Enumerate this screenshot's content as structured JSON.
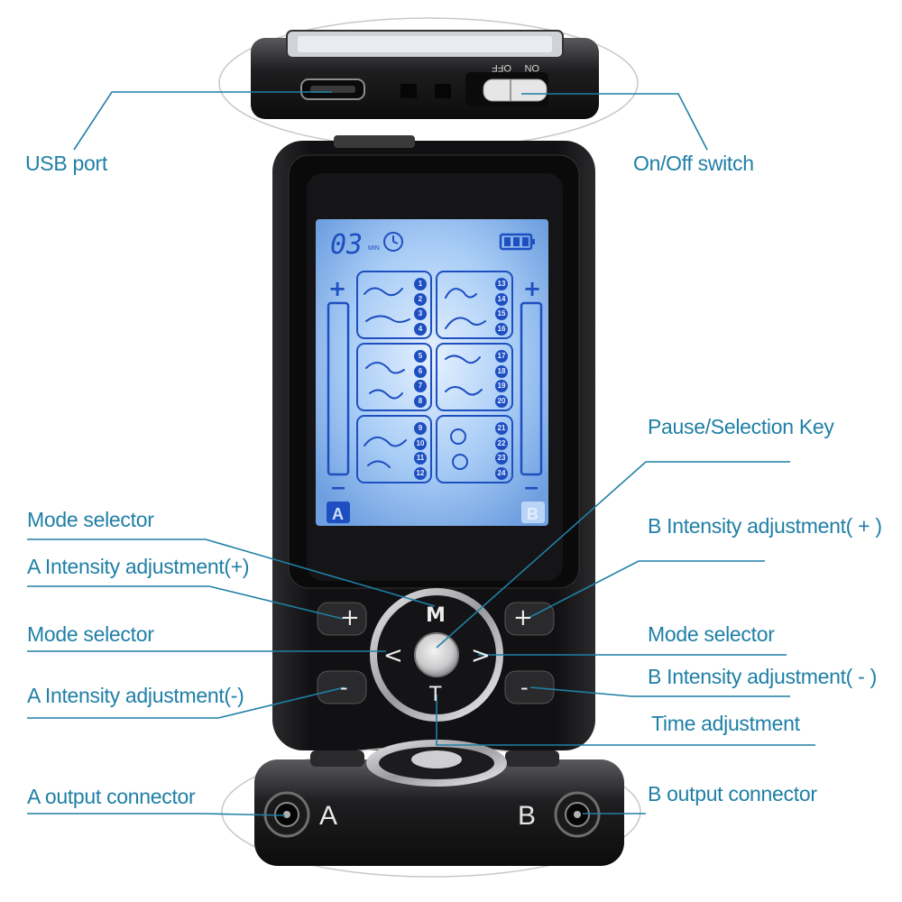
{
  "labels": {
    "usb_port": "USB port",
    "on_off_switch": "On/Off switch",
    "pause_selection_key": "Pause/Selection Key",
    "mode_selector_top": "Mode selector",
    "a_intensity_plus": "A Intensity adjustment(+)",
    "mode_selector_left": "Mode selector",
    "a_intensity_minus": "A Intensity adjustment(-)",
    "b_intensity_plus": "B Intensity adjustment( + )",
    "mode_selector_right": "Mode selector",
    "b_intensity_minus": "B Intensity adjustment( - )",
    "time_adjustment": "Time adjustment",
    "a_output_connector": "A output connector",
    "b_output_connector": "B output connector"
  },
  "device": {
    "switch_off": "OFF",
    "switch_on": "ON",
    "channel_a": "A",
    "channel_b": "B",
    "key_m": "M",
    "key_t": "T",
    "key_left": "<",
    "key_right": ">",
    "key_plus": "+",
    "key_minus": "-"
  },
  "screen": {
    "timer": "03",
    "timer_unit": "MIN",
    "plus": "+",
    "minus": "−",
    "channel_a": "A",
    "channel_b": "B",
    "programs_left": [
      "1",
      "2",
      "3",
      "4",
      "5",
      "6",
      "7",
      "8",
      "9",
      "10",
      "11",
      "12"
    ],
    "programs_right": [
      "13",
      "14",
      "15",
      "16",
      "17",
      "18",
      "19",
      "20",
      "21",
      "22",
      "23",
      "24"
    ]
  },
  "colors": {
    "label": "#1f7fa6",
    "line": "#1f7fa6",
    "screen": "#9cc3f2",
    "device_body": "#1c1c1e"
  }
}
